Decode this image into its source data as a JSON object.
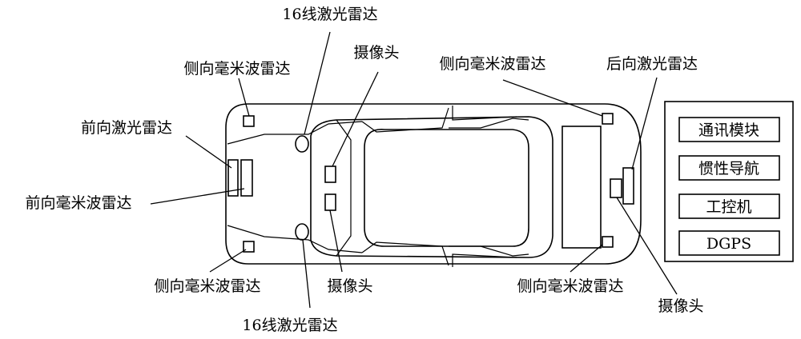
{
  "labels": {
    "lidar16_top": "16线激光雷达",
    "camera_top": "摄像头",
    "side_radar_top_left": "侧向毫米波雷达",
    "side_radar_top_right": "侧向毫米波雷达",
    "rear_lidar": "后向激光雷达",
    "front_lidar": "前向激光雷达",
    "front_radar": "前向毫米波雷达",
    "side_radar_bottom_left": "侧向毫米波雷达",
    "camera_bottom": "摄像头",
    "lidar16_bottom": "16线激光雷达",
    "side_radar_bottom_right": "侧向毫米波雷达",
    "camera_rear": "摄像头"
  },
  "equipment_box": {
    "items": [
      "通讯模块",
      "惯性导航",
      "工控机",
      "DGPS"
    ]
  }
}
